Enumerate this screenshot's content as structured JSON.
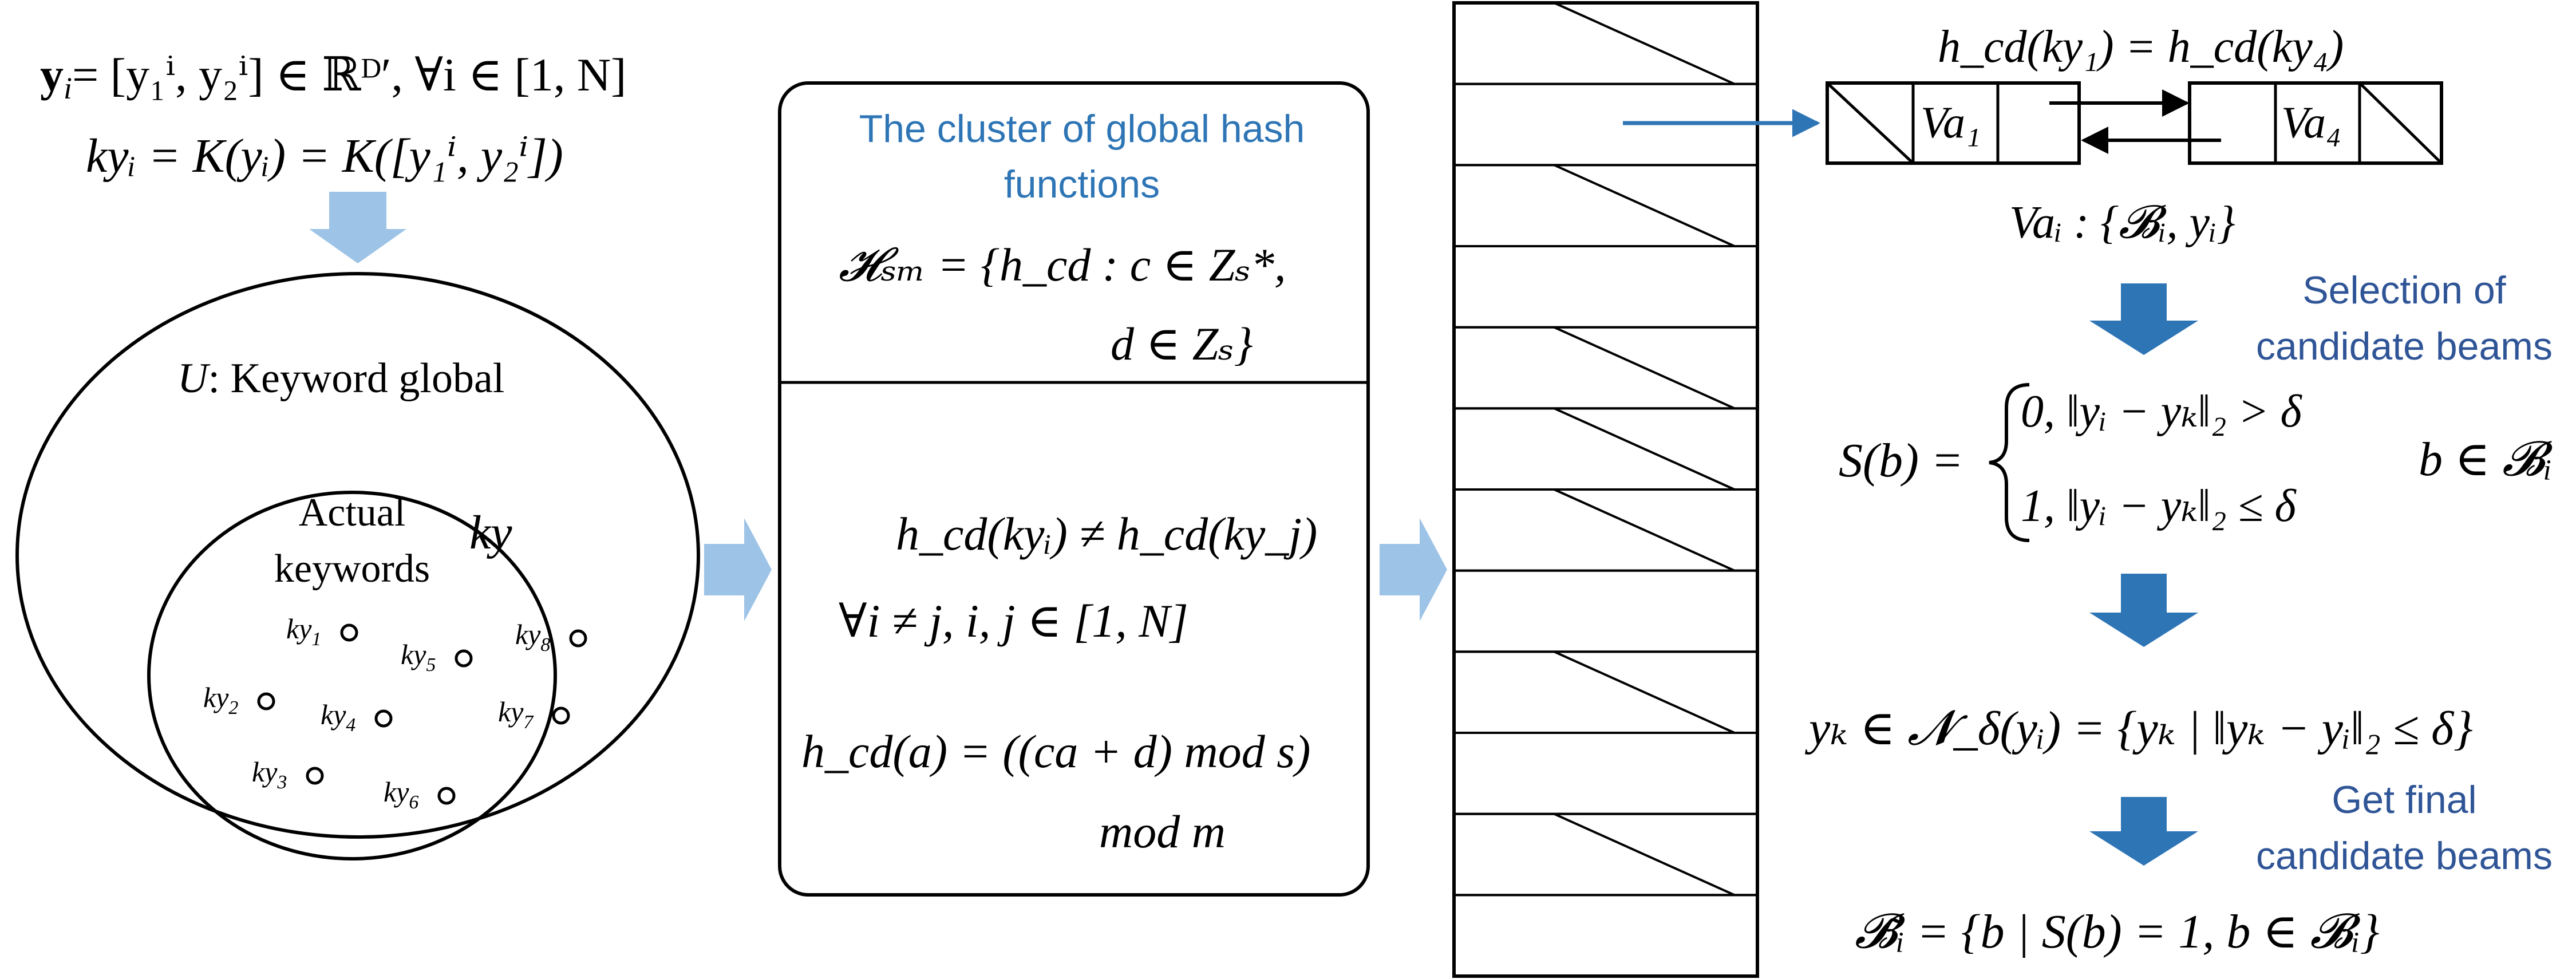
{
  "colors": {
    "arrow_light": "#9dc3e6",
    "arrow_dark": "#2e75b6",
    "blue_text": "#2e75b6",
    "navy_text": "#2f5597"
  },
  "left": {
    "eq1_lhs": "y",
    "eq1_rhs": "= [y₁ⁱ, y₂ⁱ] ∈ ℝᴰ′, ∀i ∈ [1, N]",
    "eq2": "kyᵢ = K(yᵢ) = K([y₁ⁱ, y₂ⁱ])",
    "outer_label_sym": "U",
    "outer_label_text": ": Keyword global",
    "inner_label_line1": "Actual",
    "inner_label_line2": "keywords",
    "inner_sym": "ky",
    "keywords": [
      {
        "base": "ky",
        "sub": "1"
      },
      {
        "base": "ky",
        "sub": "5"
      },
      {
        "base": "ky",
        "sub": "8"
      },
      {
        "base": "ky",
        "sub": "2"
      },
      {
        "base": "ky",
        "sub": "4"
      },
      {
        "base": "ky",
        "sub": "7"
      },
      {
        "base": "ky",
        "sub": "3"
      },
      {
        "base": "ky",
        "sub": "6"
      }
    ]
  },
  "middle": {
    "title_line1": "The cluster of global hash",
    "title_line2": "functions",
    "family_line1": "𝓗ₛₘ = {h_cd : c ∈ Zₛ*,",
    "family_line2": "d ∈ Zₛ}",
    "cond_line1": "h_cd(kyᵢ) ≠ h_cd(ky_j)",
    "cond_line2": "∀i ≠ j, i, j ∈ [1, N]",
    "hash_line1": "h_cd(a) = ((ca + d) mod s)",
    "hash_line2": "mod m"
  },
  "right": {
    "collision": "h_cd(ky₁) = h_cd(ky₄)",
    "node1_label": "Va₁",
    "node2_label": "Va₄",
    "va_def": "Vaᵢ : {𝓑ᵢ, yᵢ}",
    "step1_line1": "Selection of",
    "step1_line2": "candidate beams",
    "s_lhs": "S(b) =",
    "s_case1": "0,  ‖yᵢ − yₖ‖₂ > δ",
    "s_case2": "1,  ‖yᵢ − yₖ‖₂ ≤ δ",
    "s_domain": "b ∈ 𝓑ᵢ",
    "neighbor": "yₖ ∈ 𝓝_δ(yᵢ) = {yₖ | ‖yₖ − yᵢ‖₂ ≤ δ}",
    "step2_line1": "Get final",
    "step2_line2": "candidate beams",
    "final": "𝓑̃ᵢ = {b | S(b) = 1, b ∈ 𝓑ᵢ}"
  },
  "hash_table": {
    "slots": 12,
    "diagonal_slots": [
      0,
      2,
      4,
      5,
      6,
      8,
      10
    ]
  }
}
